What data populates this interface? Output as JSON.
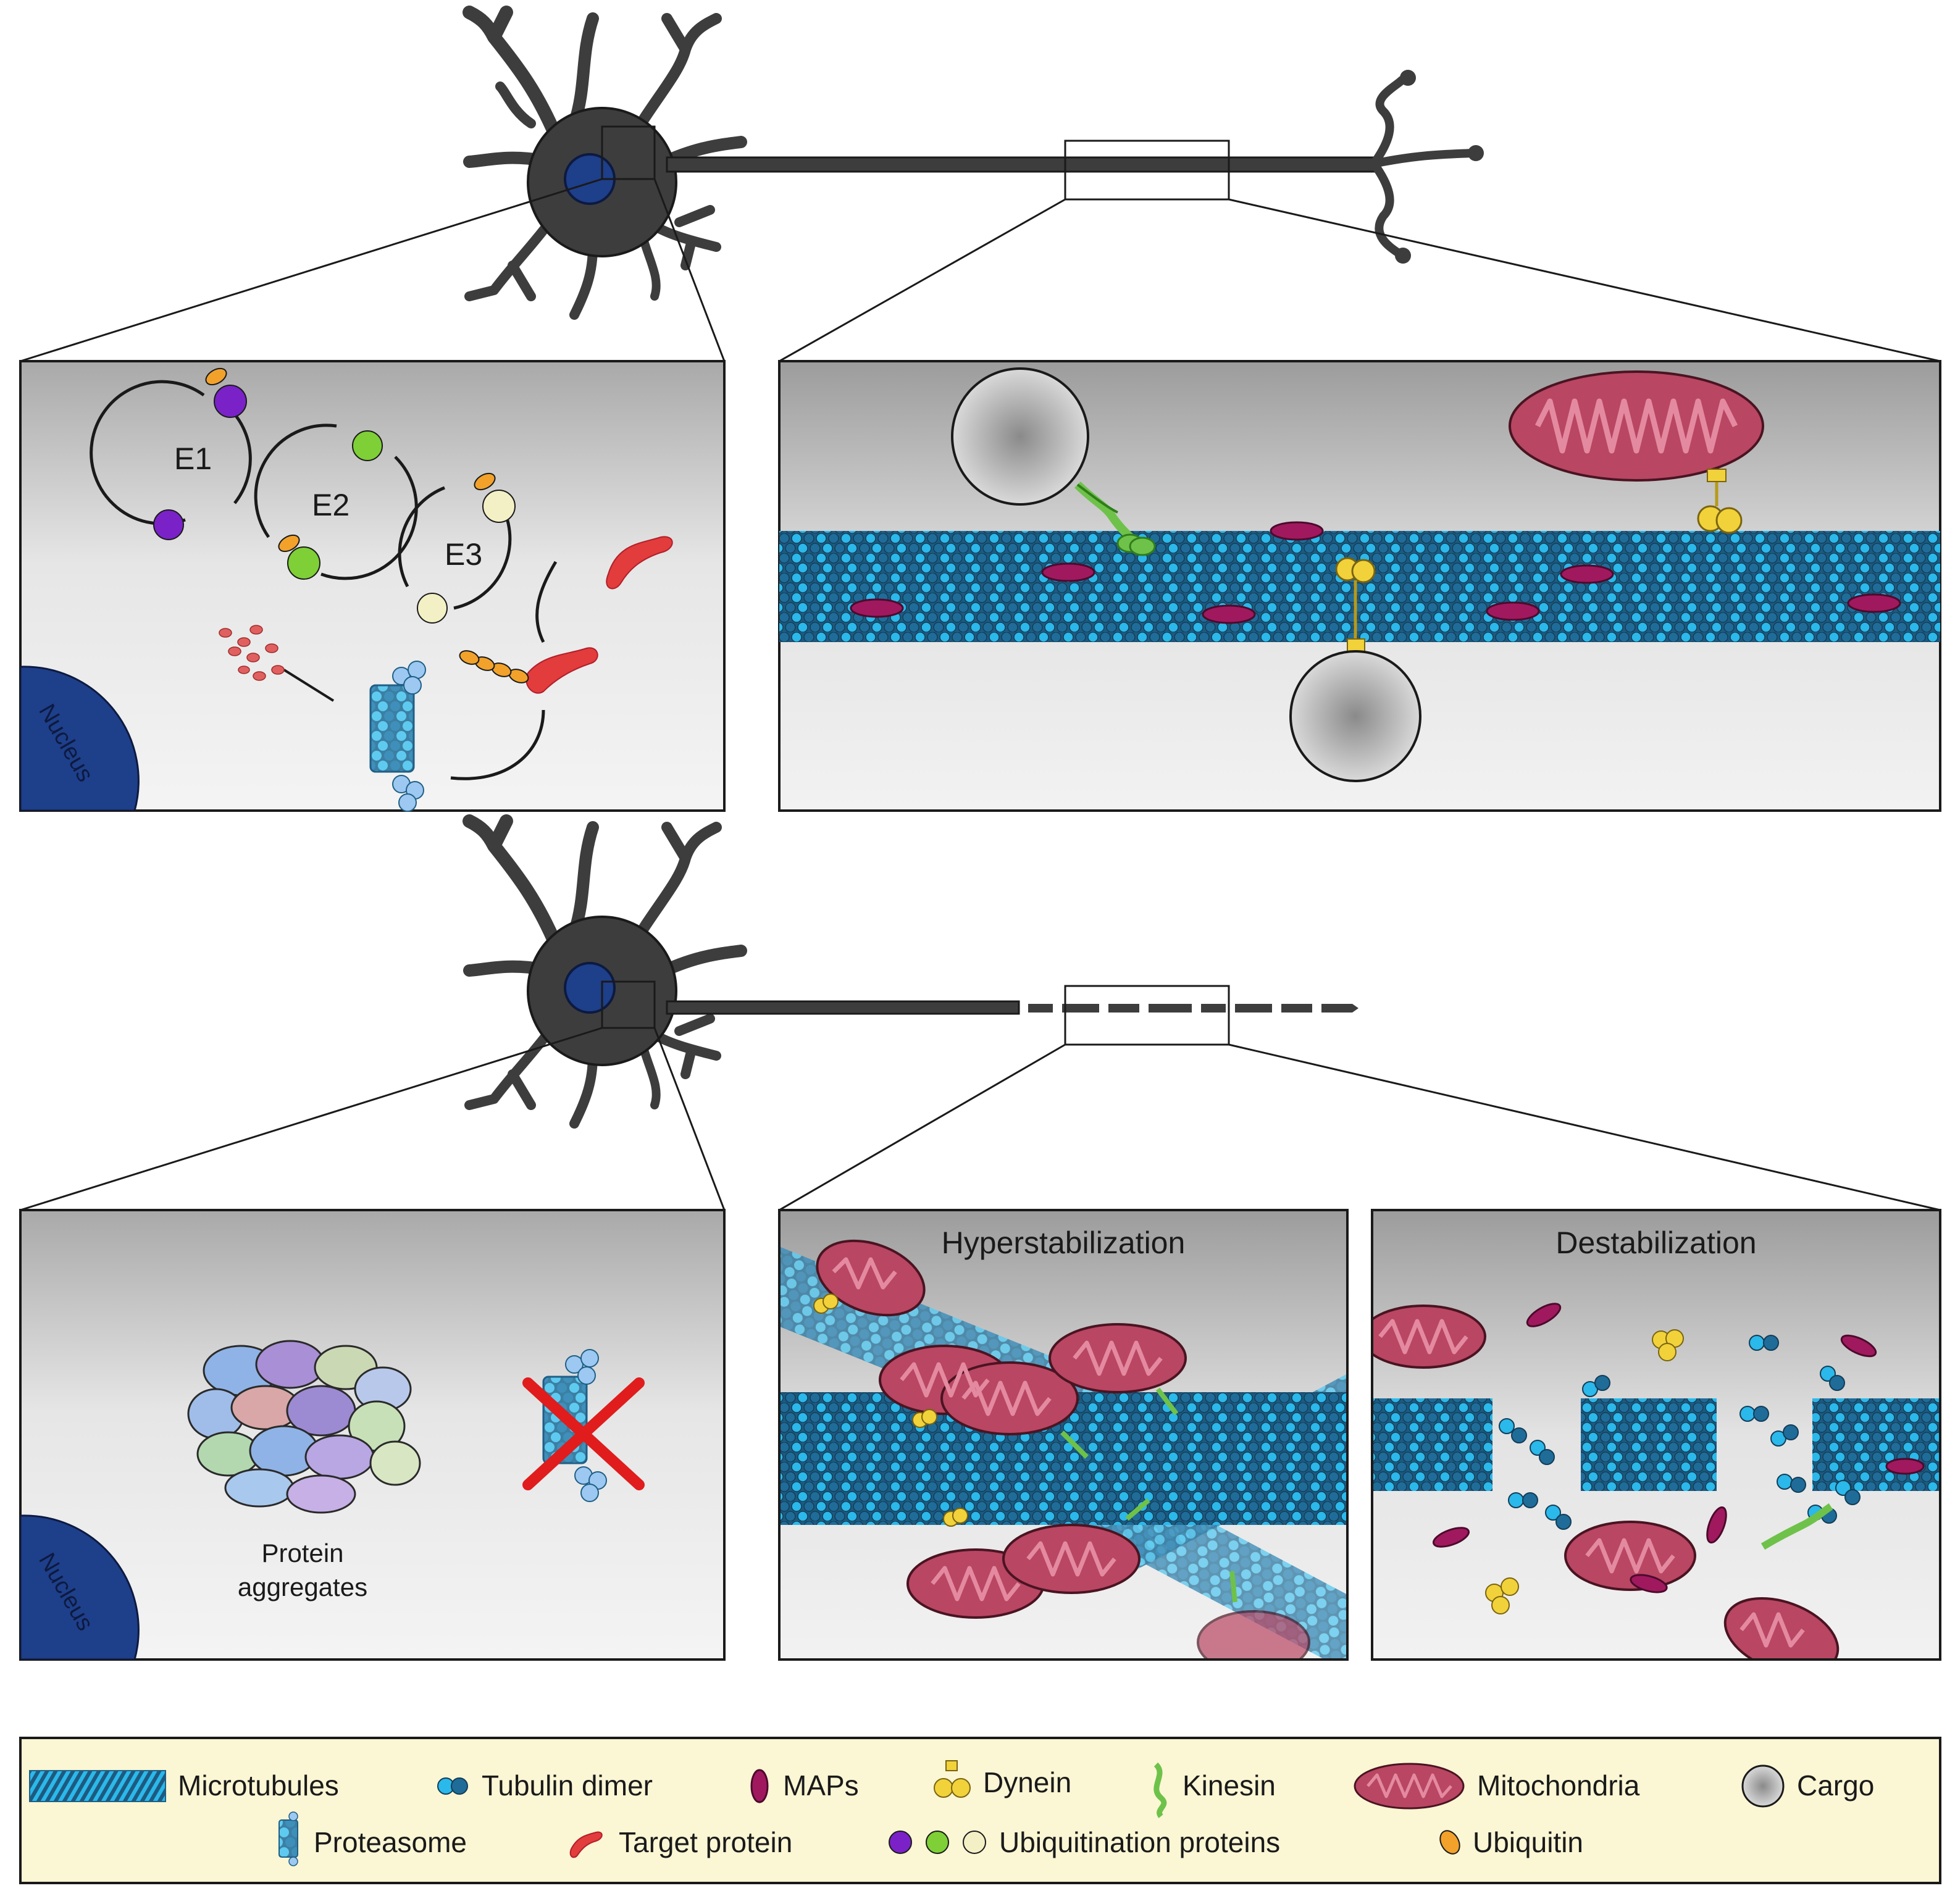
{
  "labels": {
    "e1": "E1",
    "e2": "E2",
    "e3": "E3",
    "nucleus_top": "Nucleus",
    "nucleus_bottom": "Nucleus",
    "protein_aggregates_1": "Protein",
    "protein_aggregates_2": "aggregates",
    "hyperstabilization": "Hyperstabilization",
    "destabilization": "Destabilization"
  },
  "legend": {
    "microtubules": "Microtubules",
    "tubulin_dimer": "Tubulin dimer",
    "maps": "MAPs",
    "dynein": "Dynein",
    "kinesin": "Kinesin",
    "mitochondria": "Mitochondria",
    "cargo": "Cargo",
    "proteasome": "Proteasome",
    "target_protein": "Target protein",
    "ubiquitination_proteins": "Ubiquitination proteins",
    "ubiquitin": "Ubiquitin"
  },
  "colors": {
    "neuron": "#3d3d3d",
    "nucleus": "#1e3f8a",
    "microtubule": "#29b6e8",
    "microtubule_dark": "#1f5f86",
    "mitochondria": "#b94662",
    "map": "#a0195f",
    "dynein": "#f2d23a",
    "kinesin": "#6ec24a",
    "legend_bg": "#fbf6d4",
    "cross": "#e01c1c",
    "e1_protein": "#7a22c8",
    "e2_protein": "#7ed036",
    "e3_protein": "#f4f0c6",
    "ubiquitin": "#f2a22a",
    "target_protein": "#e23c3c"
  }
}
